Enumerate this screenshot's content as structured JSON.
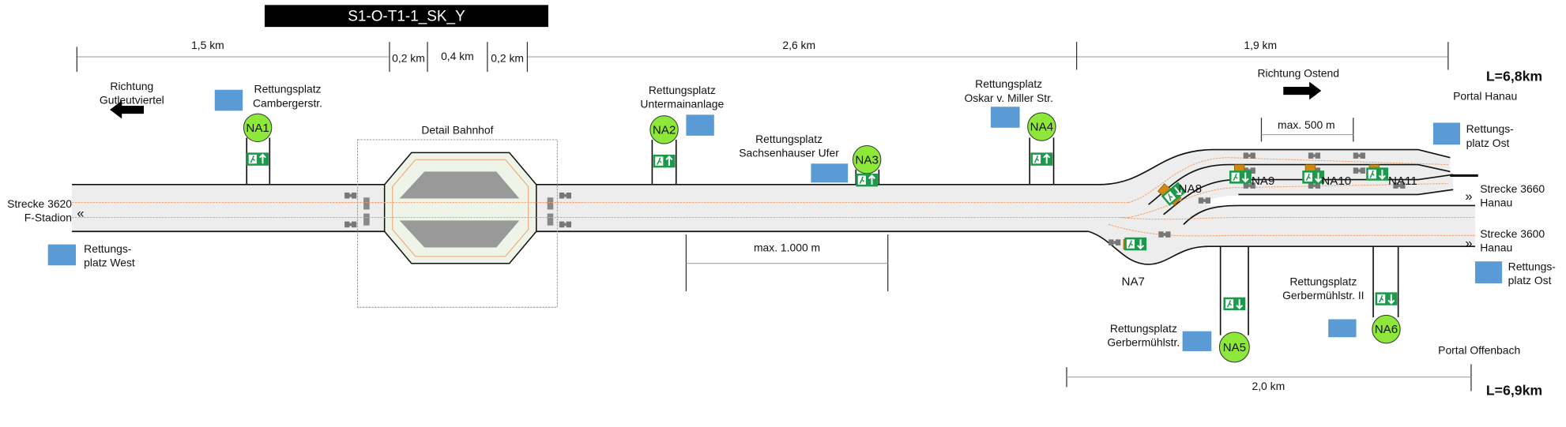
{
  "title": "S1-O-T1-1_SK_Y",
  "dimensions": {
    "d1": "1,5 km",
    "d2": "0,2 km",
    "d3": "0,4 km",
    "d4": "0,2 km",
    "d5": "2,6 km",
    "d6": "1,9 km",
    "d7": "max. 1.000 m",
    "d8": "max. 500 m",
    "d9": "2,0 km"
  },
  "directions": {
    "west_l1": "Richtung",
    "west_l2": "Gutleutviertel",
    "west_icon": "arrow-left-icon",
    "east": "Richtung Ostend",
    "east_icon": "arrow-right-icon"
  },
  "portals": {
    "hanau": "Portal Hanau",
    "hanau_length": "L=6,8km",
    "offenbach": "Portal Offenbach",
    "offenbach_length": "L=6,9km"
  },
  "station": {
    "label": "Detail Bahnhof"
  },
  "lines": {
    "west_l1": "Strecke 3620",
    "west_l2": "F-Stadion",
    "west_marker": "«",
    "l3660_l1": "Strecke 3660",
    "l3660_l2": "Hanau",
    "l3660_marker": "»",
    "l3600_l1": "Strecke 3600",
    "l3600_l2": "Hanau",
    "l3600_marker": "»"
  },
  "rescue_points": {
    "west": [
      "Rettungs-",
      "platz West"
    ],
    "camberger": [
      "Rettungsplatz",
      "Cambergerstr."
    ],
    "untermain": [
      "Rettungsplatz",
      "Untermainanlage"
    ],
    "sachsenhausen": [
      "Rettungsplatz",
      "Sachsenhauser Ufer"
    ],
    "oskar": [
      "Rettungsplatz",
      "Oskar v. Miller Str."
    ],
    "ost1": [
      "Rettungs-",
      "platz Ost"
    ],
    "ost2": [
      "Rettungs-",
      "platz Ost"
    ],
    "gerber": [
      "Rettungsplatz",
      "Gerbermühlstr."
    ],
    "gerber2": [
      "Rettungsplatz",
      "Gerbermühlstr. II"
    ],
    "color": "#5b9bd5"
  },
  "emergency_exits": [
    "NA1",
    "NA2",
    "NA3",
    "NA4",
    "NA5",
    "NA6",
    "NA7",
    "NA8",
    "NA9",
    "NA10",
    "NA11"
  ],
  "colors": {
    "exit_circle": "#8ee83a",
    "exit_sign": "#1a9a4a",
    "track": "#f0a070",
    "cross_passage": "#d38a0a"
  }
}
